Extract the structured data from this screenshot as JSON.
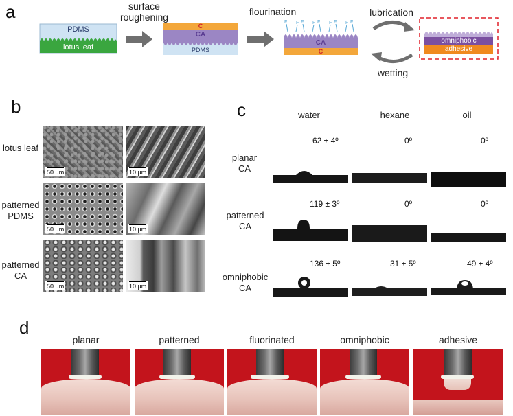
{
  "panel_a": {
    "letter": "a",
    "box1": {
      "top_label": "PDMS",
      "bottom_label": "lotus leaf"
    },
    "step1": {
      "line1": "surface",
      "line2": "roughening"
    },
    "box2": {
      "c_label": "C",
      "ca_label": "CA",
      "pdms_label": "PDMS"
    },
    "step2": "flourination",
    "box3": {
      "ca_label": "CA",
      "c_label": "C"
    },
    "lubrication": "lubrication",
    "wetting": "wetting",
    "box4": {
      "top_label": "omniphobic",
      "bottom_label": "adhesive"
    },
    "colors": {
      "pdms_blue": "#cfe3f3",
      "lotus_green": "#3aa63f",
      "carbon_orange": "#f3a73b",
      "ca_purple": "#9b86c4",
      "omni_purple": "#7b4fa0",
      "adhesive_orange": "#f08a1f",
      "dash_red": "#e0212a"
    }
  },
  "panel_b": {
    "letter": "b",
    "rows": [
      {
        "label_lines": [
          "lotus leaf"
        ],
        "scale_left": "50 µm",
        "scale_right": "10 µm"
      },
      {
        "label_lines": [
          "patterned",
          "PDMS"
        ],
        "scale_left": "50 µm",
        "scale_right": "10 µm"
      },
      {
        "label_lines": [
          "patterned",
          "CA"
        ],
        "scale_left": "50 µm",
        "scale_right": "10 µm"
      }
    ]
  },
  "panel_c": {
    "letter": "c",
    "columns": [
      "water",
      "hexane",
      "oil"
    ],
    "rows": [
      {
        "label_lines": [
          "planar",
          "CA"
        ],
        "angles": [
          "62 ± 4º",
          "0º",
          "0º"
        ]
      },
      {
        "label_lines": [
          "patterned",
          "CA"
        ],
        "angles": [
          "119 ± 3º",
          "0º",
          "0º"
        ]
      },
      {
        "label_lines": [
          "omniphobic",
          "CA"
        ],
        "angles": [
          "136 ± 5º",
          "31 ± 5º",
          "49 ± 4º"
        ]
      }
    ]
  },
  "panel_d": {
    "letter": "d",
    "labels": [
      "planar",
      "patterned",
      "fluorinated",
      "omniphobic",
      "adhesive"
    ]
  }
}
